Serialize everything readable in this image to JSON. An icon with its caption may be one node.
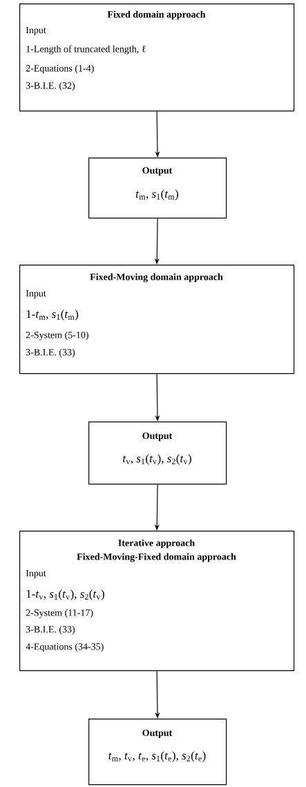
{
  "diagram": {
    "nodes": [
      {
        "text": [
          "Fixed domain approach",
          "Input",
          "1-Length of truncated length, ℓ",
          "2-Equations (1-4)",
          "3-B.I.E. (32)"
        ]
      },
      {
        "text": [
          "Output",
          "*t*$_{m}$, *s*$_{1}$(*t*$_{m}$)"
        ]
      },
      {
        "text": [
          "Fixed-Moving domain approach",
          "Input",
          "1-*t*$_{m}$, *s*$_{1}$(*t*$_{m}$)",
          "2-System (5-10)",
          "3-B.I.E. (33)"
        ]
      },
      {
        "text": [
          "Output",
          "*t*$_{v}$, *s*$_{1}$(*t*$_{v}$), *s*$_{2}$(*t*$_{v}$)"
        ]
      },
      {
        "text": [
          "Iterative approach",
          "Fixed-Moving-Fixed domain approach",
          "Input",
          "1-*t*$_{v}$, *s*$_{1}$(*t*$_{v}$), *s*$_{2}$(*t*$_{v}$)",
          "2-System (11-17)",
          "3-B.I.E. (33)",
          "4-Equations (34-35)"
        ]
      },
      {
        "text": [
          "Output",
          "*t*$_{m}$, *t*$_{v}$, *t*$_{e}$, *s*$_{1}$(*t*$_{e}$), *s*$_{2}$(*t*$_{e}$)"
        ]
      }
    ],
    "edges": [
      {
        "from": 0,
        "to": 1,
        "arrow": "to"
      },
      {
        "from": 1,
        "to": 2,
        "arrow": "to"
      },
      {
        "from": 2,
        "to": 3,
        "arrow": "to"
      },
      {
        "from": 3,
        "to": 4,
        "arrow": "to"
      },
      {
        "from": 4,
        "to": 5,
        "arrow": "to"
      }
    ]
  }
}
